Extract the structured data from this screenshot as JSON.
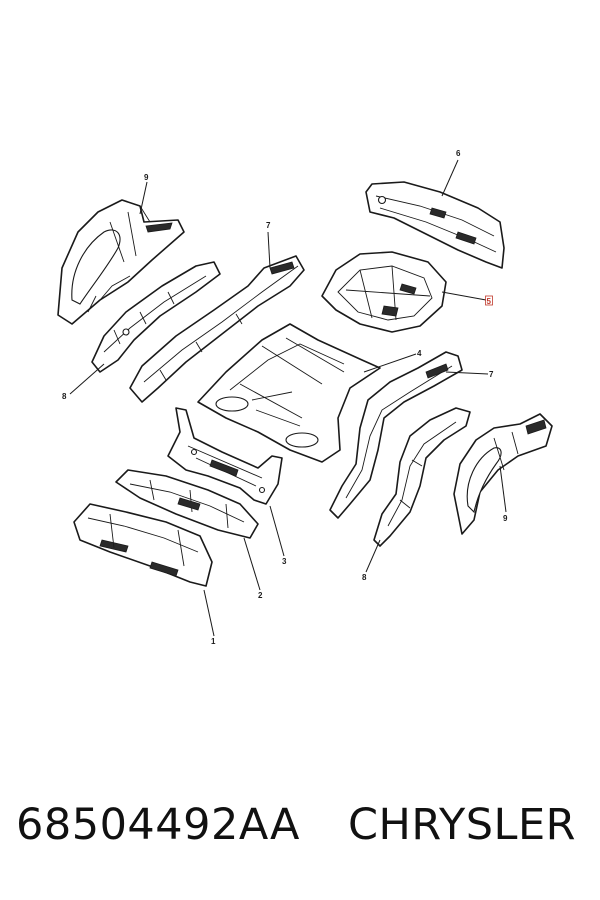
{
  "footer": {
    "part_number": "68504492AA",
    "brand": "CHRYSLER"
  },
  "callouts": {
    "c1": "1",
    "c2": "2",
    "c3": "3",
    "c4": "4",
    "c5": "5",
    "c6": "6",
    "c7a": "7",
    "c7b": "7",
    "c8a": "8",
    "c8b": "8",
    "c9a": "9",
    "c9b": "9"
  },
  "highlight_color": "#c0392b"
}
